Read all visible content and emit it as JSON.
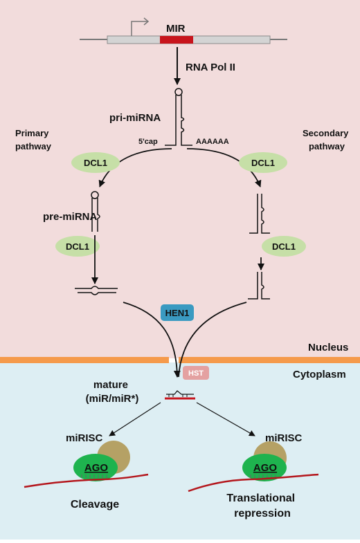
{
  "gene": {
    "label": "MIR"
  },
  "polymerase": {
    "label": "RNA Pol II"
  },
  "pri": {
    "label": "pri-miRNA",
    "cap": "5'cap",
    "tail": "AAAAAA"
  },
  "pathways": {
    "primary": [
      "Primary",
      "pathway"
    ],
    "secondary": [
      "Secondary",
      "pathway"
    ]
  },
  "enzymes": {
    "dcl1": "DCL1",
    "hen1": "HEN1",
    "hst": "HST",
    "ago": "AGO"
  },
  "pre": {
    "label": "pre-miRNA"
  },
  "compartments": {
    "nucleus": "Nucleus",
    "cytoplasm": "Cytoplasm"
  },
  "mature": {
    "line1": "mature",
    "line2": "(miR/miR*)"
  },
  "risc": {
    "label": "miRISC"
  },
  "outcomes": {
    "cleavage": "Cleavage",
    "translational": [
      "Translational",
      "repression"
    ]
  },
  "colors": {
    "nucleus_bg": "#f2dcdc",
    "cytoplasm_bg": "#ddeef3",
    "membrane": "#f59a4b",
    "dcl1": "#c6dfa7",
    "hen1": "#3a9ac1",
    "hst": "#e4a1a1",
    "ago": "#1eb34e",
    "ribosome": "#b5a165",
    "exon_red": "#c8141c",
    "rna_red": "#b4161c"
  },
  "icons": [
    "tss-arrow-icon",
    "hairpin-icon",
    "duplex-icon",
    "ribosome-icon"
  ]
}
